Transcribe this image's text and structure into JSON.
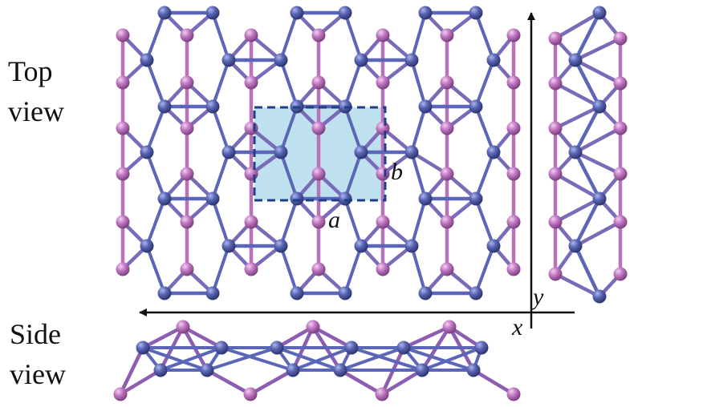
{
  "labels": {
    "top_view_line1": "Top",
    "top_view_line2": "view",
    "side_view_line1": "Side",
    "side_view_line2": "view",
    "lattice_a": "a",
    "lattice_b": "b",
    "axis_x": "x",
    "axis_y": "y"
  },
  "colors": {
    "pink_atom": "#c27ac4",
    "blue_atom": "#5a66b4",
    "pink_bond": "#b873b8",
    "blue_bond": "#5b66b8",
    "cell_fill": "#a9d5ea",
    "cell_border": "#1c3f8a",
    "axis": "#111111"
  }
}
